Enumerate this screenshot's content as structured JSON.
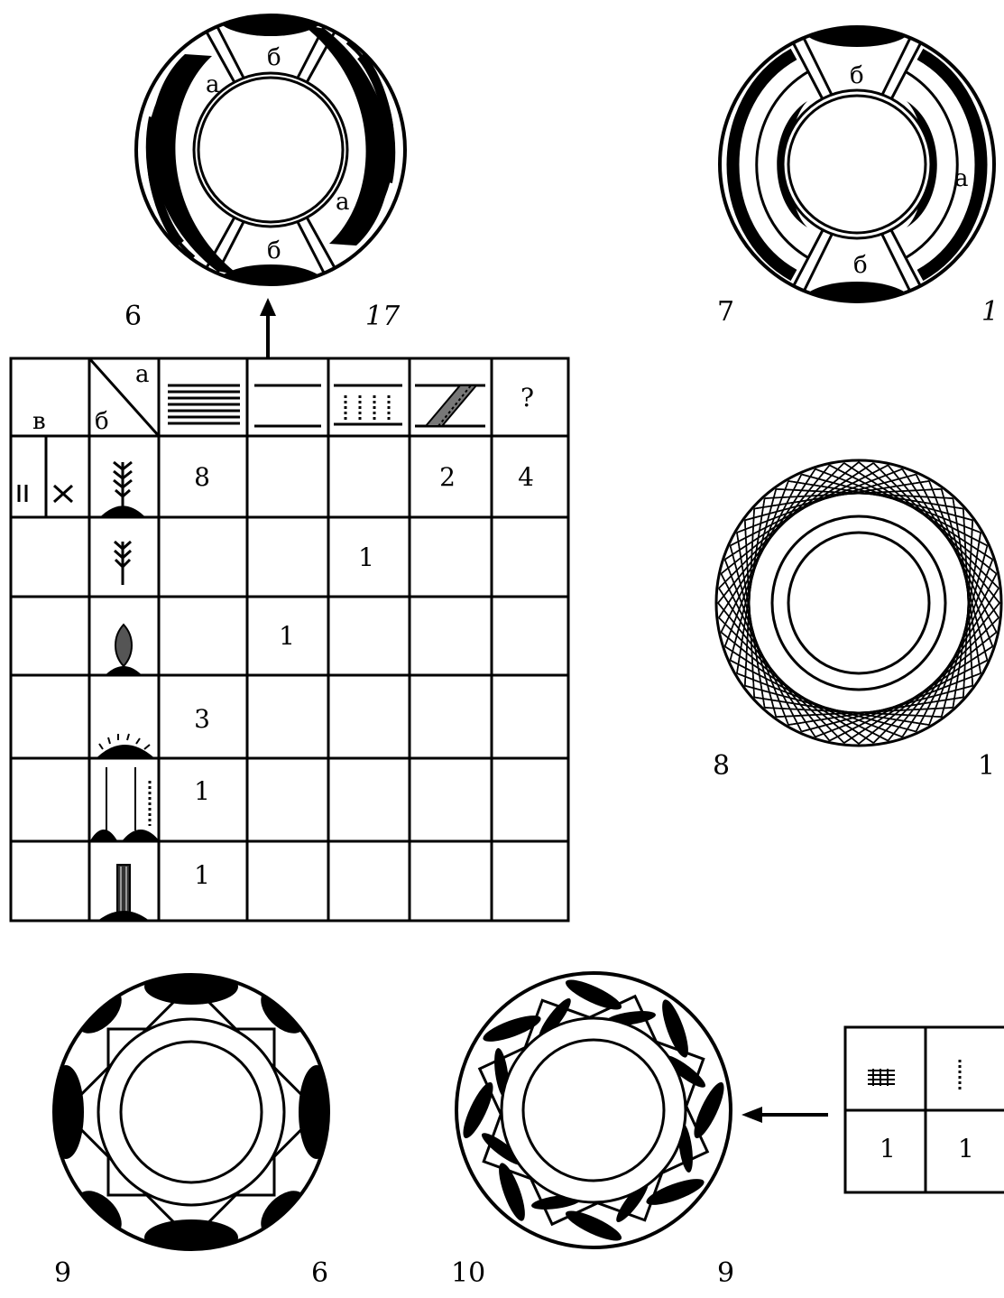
{
  "figures": {
    "fig6": {
      "number": "6",
      "count": "17",
      "label_a": "а",
      "label_b": "б"
    },
    "fig7": {
      "number": "7",
      "count": "1",
      "label_a": "а",
      "label_b": "б"
    },
    "fig8": {
      "number": "8",
      "count": "1"
    },
    "fig9": {
      "number": "9",
      "count": "6"
    },
    "fig10": {
      "number": "10",
      "count": "9"
    }
  },
  "main_table": {
    "corner": {
      "a": "а",
      "b": "б",
      "v": "в"
    },
    "question_header": "?",
    "rows": [
      [
        "8",
        "",
        "",
        "2",
        "4"
      ],
      [
        "",
        "",
        "1",
        "",
        ""
      ],
      [
        "",
        "1",
        "",
        "",
        ""
      ],
      [
        "3",
        "",
        "",
        "",
        ""
      ],
      [
        "1",
        "",
        "",
        "",
        ""
      ],
      [
        "1",
        "",
        "",
        "",
        ""
      ]
    ]
  },
  "small_table": {
    "values": [
      "1",
      "1"
    ]
  }
}
